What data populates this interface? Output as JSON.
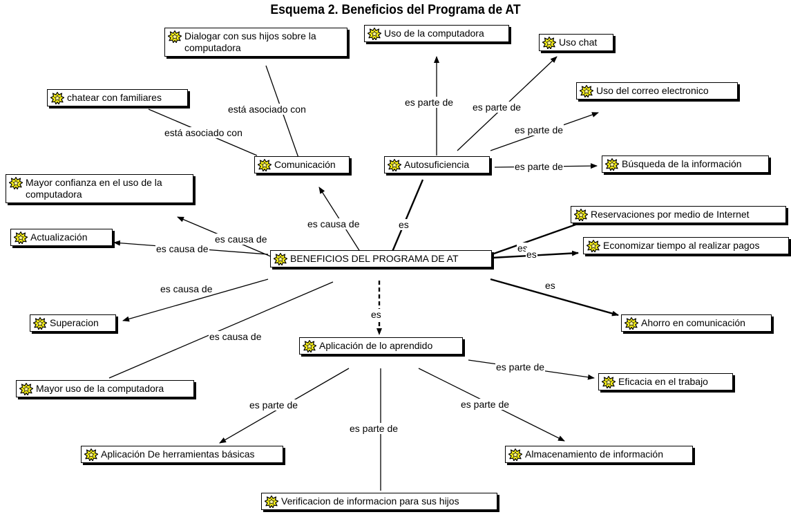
{
  "title": "Esquema 2. Beneficios del Programa de AT",
  "colors": {
    "icon_fill": "#f6ee19",
    "icon_outline": "#000000",
    "line": "#000000"
  },
  "icon": "starburst-icon",
  "nodes": {
    "center": "BENEFICIOS DEL PROGRAMA DE AT",
    "dialogar": "Dialogar con sus hijos sobre la computadora",
    "uso_computadora": "Uso de la computadora",
    "uso_chat": "Uso chat",
    "chatear": "chatear con familiares",
    "correo": "Uso del correo electronico",
    "comunicacion": "Comunicación",
    "autosuficiencia": "Autosuficiencia",
    "busqueda": "Búsqueda de la información",
    "confianza": "Mayor confianza en el uso de la computadora",
    "reservaciones": "Reservaciones por medio de Internet",
    "actualizacion": "Actualización",
    "economizar": "Economizar tiempo al realizar pagos",
    "superacion": "Superacion",
    "ahorro": "Ahorro en comunicación",
    "aplicacion": "Aplicación de lo aprendido",
    "eficacia": "Eficacia en el trabajo",
    "mayor_uso": "Mayor uso de la computadora",
    "herramientas": "Aplicación De herramientas básicas",
    "almacenamiento": "Almacenamiento de información",
    "verificacion": "Verificacion de informacion para sus hijos"
  },
  "edge_labels": {
    "dialogar_comunicacion": "está asociado con",
    "chatear_comunicacion": "está asociado con",
    "auto_uso_computadora": "es parte de",
    "auto_uso_chat": "es parte de",
    "auto_correo": "es parte de",
    "auto_busqueda": "es parte de",
    "center_comunicacion": "es causa de",
    "center_autosuficiencia": "es",
    "center_confianza": "es causa de",
    "center_reservaciones": "es",
    "center_actualizacion": "es causa de",
    "center_economizar": "es",
    "center_superacion": "es causa de",
    "center_ahorro": "es",
    "center_aplicacion": "es",
    "center_mayor_uso": "es causa de",
    "aplic_eficacia": "es parte de",
    "aplic_herramientas": "es parte de",
    "aplic_verificacion": "es parte de",
    "aplic_almacenamiento": "es parte de"
  }
}
